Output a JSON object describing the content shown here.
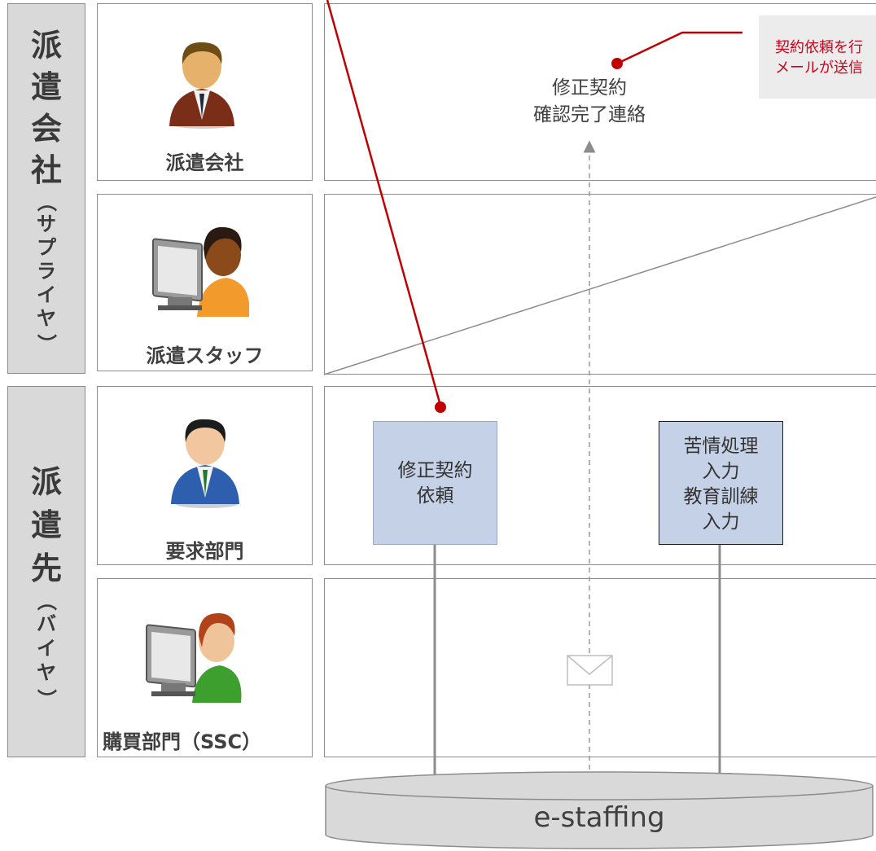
{
  "side": {
    "supplier": [
      "派",
      "遣",
      "会",
      "社"
    ],
    "supplier_paren": [
      "（",
      "サ",
      "プ",
      "ラ",
      "イ",
      "ヤ",
      "）"
    ],
    "buyer": [
      "派",
      "遣",
      "先"
    ],
    "buyer_paren": [
      "（",
      "バ",
      "イ",
      "ヤ",
      "）"
    ]
  },
  "roles": [
    "派遣会社",
    "派遣スタッフ",
    "要求部門",
    "購買部門（SSC）"
  ],
  "steps": {
    "confirm": [
      "修正契約",
      "確認完了連絡"
    ],
    "request": [
      "修正契約",
      "依頼"
    ],
    "complaint": [
      "苦情処理",
      "入力",
      "教育訓練",
      "入力"
    ]
  },
  "note": [
    "契約依頼を行",
    "メールが送信"
  ],
  "system": "e-staffing",
  "colors": {
    "accent": "#c00000",
    "process_fill": "#c5d1e6",
    "panel": "#d9d9d9"
  }
}
